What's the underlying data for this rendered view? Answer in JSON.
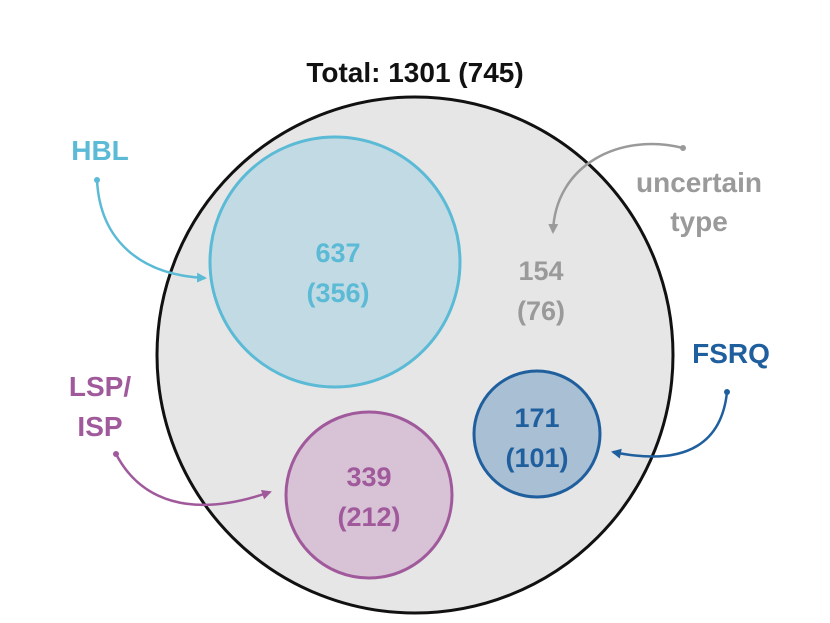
{
  "title": "Total: 1301 (745)",
  "groups": {
    "hbl": {
      "label": "HBL",
      "count": "637",
      "sub": "(356)",
      "color": "#5bbad5",
      "fill": "#c2dae4"
    },
    "lsp": {
      "label_line1": "LSP/",
      "label_line2": "ISP",
      "count": "339",
      "sub": "(212)",
      "color": "#a05a9b",
      "fill": "#d8c2d6"
    },
    "fsrq": {
      "label": "FSRQ",
      "count": "171",
      "sub": "(101)",
      "color": "#1f5f9e",
      "fill": "#a9bfd4"
    },
    "uncertain": {
      "label_line1": "uncertain",
      "label_line2": "type",
      "count": "154",
      "sub": "(76)",
      "color": "#9a9a9a"
    }
  },
  "outer": {
    "fill": "#e6e6e6",
    "stroke": "#111111"
  }
}
